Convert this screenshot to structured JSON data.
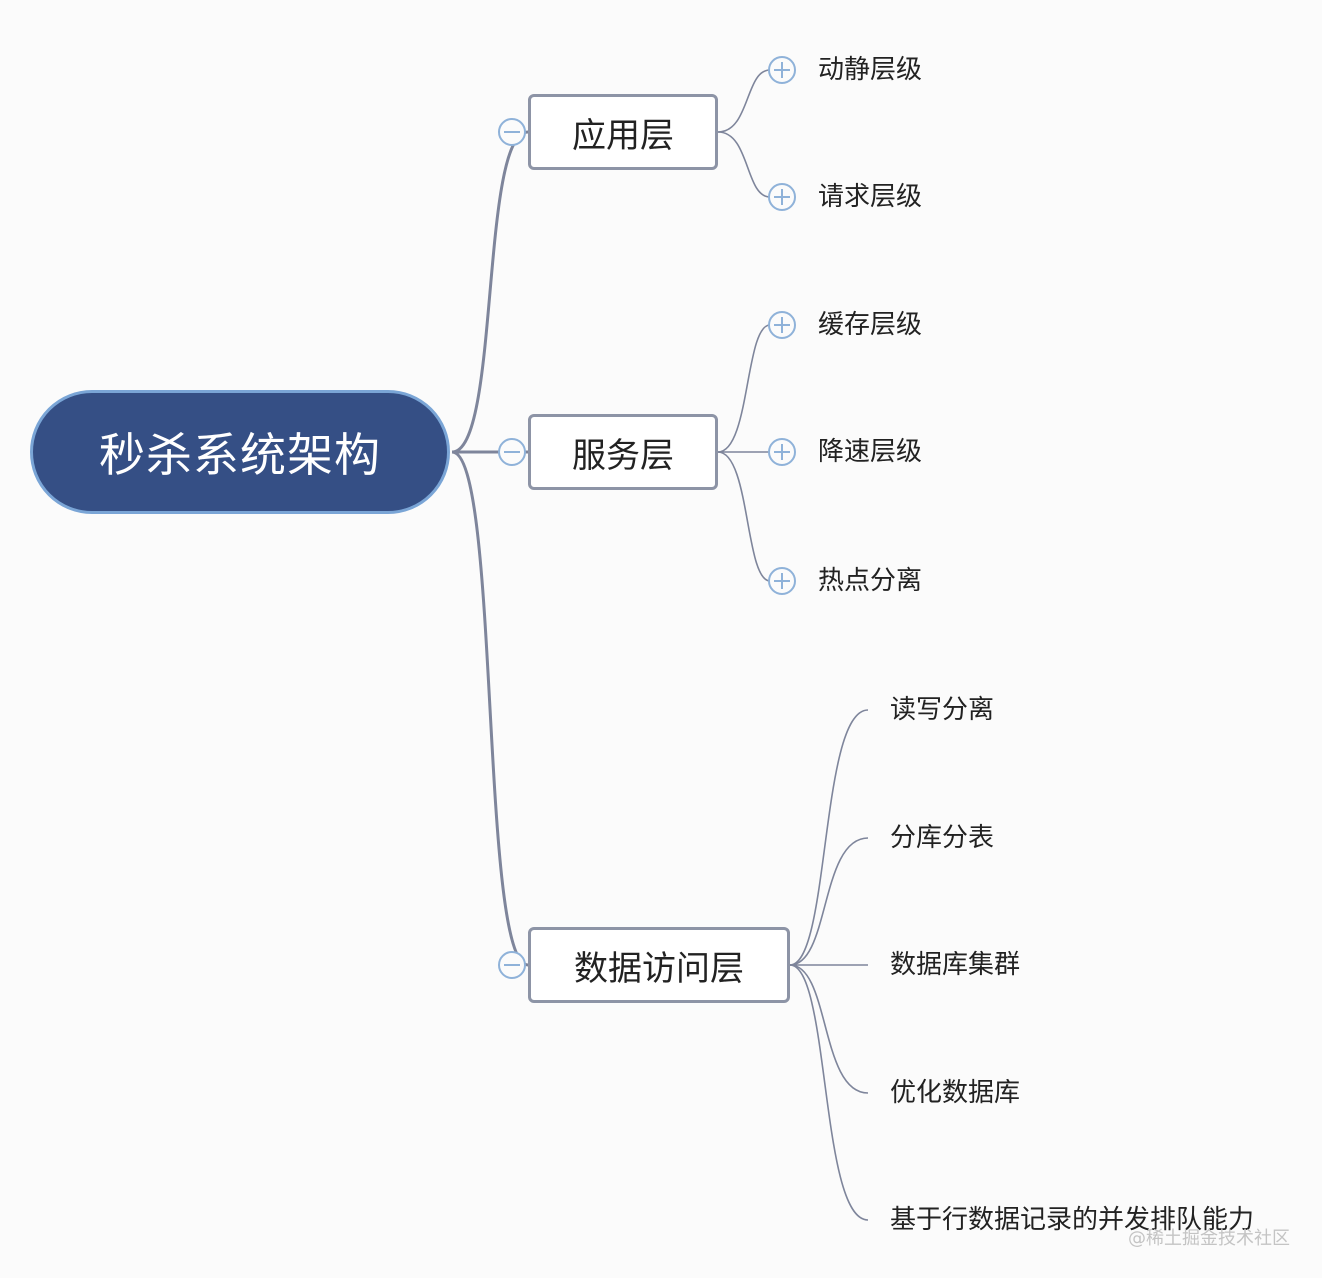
{
  "root": {
    "label": "秒杀系统架构"
  },
  "topics": [
    {
      "label": "应用层",
      "children": [
        "动静层级",
        "请求层级"
      ]
    },
    {
      "label": "服务层",
      "children": [
        "缓存层级",
        "降速层级",
        "热点分离"
      ]
    },
    {
      "label": "数据访问层",
      "children": [
        "读写分离",
        "分库分表",
        "数据库集群",
        "优化数据库",
        "基于行数据记录的并发排队能力"
      ]
    }
  ],
  "watermark": "@稀土掘金技术社区"
}
